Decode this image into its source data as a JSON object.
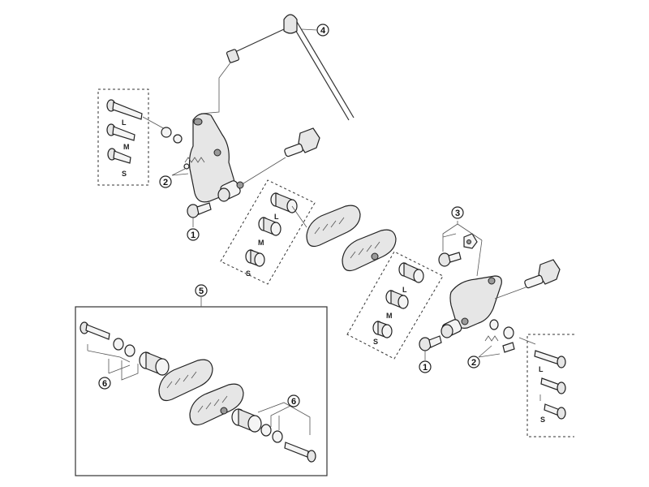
{
  "callouts": {
    "c1": "1",
    "c2": "2",
    "c3": "3",
    "c4": "4",
    "c5": "5",
    "c6": "6"
  },
  "size_labels": {
    "L": "L",
    "M": "M",
    "S": "S"
  }
}
